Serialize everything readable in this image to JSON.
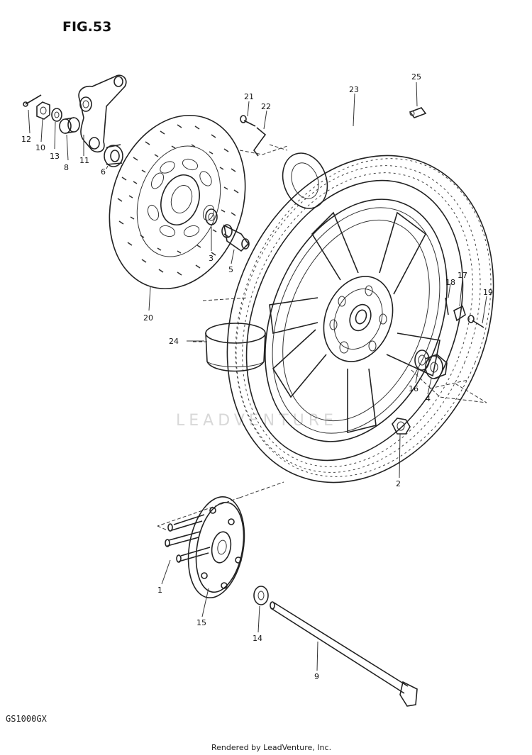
{
  "title": "FIG.53",
  "model": "GS1000GX",
  "footer": "Rendered by LeadVenture, Inc.",
  "watermark": "LEADVENTURE",
  "callouts": {
    "c1": "1",
    "c2": "2",
    "c3": "3",
    "c4": "4",
    "c5": "5",
    "c6": "6",
    "c8": "8",
    "c9": "9",
    "c10": "10",
    "c11": "11",
    "c12": "12",
    "c13": "13",
    "c14": "14",
    "c15": "15",
    "c16": "16",
    "c17": "17",
    "c18": "18",
    "c19": "19",
    "c20": "20",
    "c21": "21",
    "c22": "22",
    "c23": "23",
    "c24": "24",
    "c25": "25"
  }
}
